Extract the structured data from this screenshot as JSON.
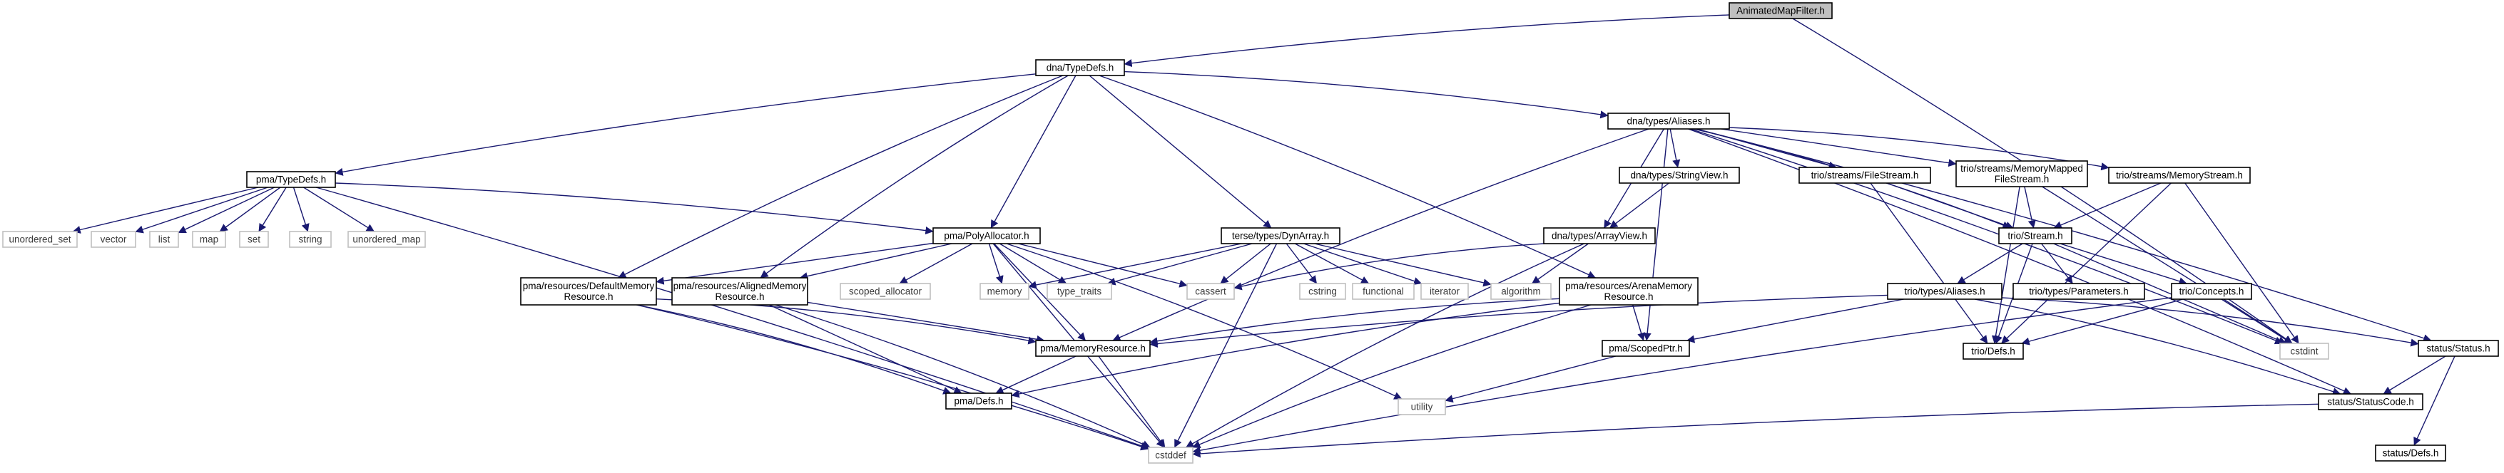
{
  "colors": {
    "edge": "#191970",
    "root_fill": "#bfbfbf",
    "node_fill": "#ffffff",
    "node_border": "#000000",
    "system_border": "#bfbfbf"
  },
  "nodes": {
    "root": {
      "label": "AnimatedMapFilter.h",
      "kind": "root"
    },
    "dna_typedefs": {
      "label": "dna/TypeDefs.h",
      "kind": "project"
    },
    "pma_typedefs": {
      "label": "pma/TypeDefs.h",
      "kind": "project"
    },
    "dna_aliases": {
      "label": "dna/types/Aliases.h",
      "kind": "project"
    },
    "unordered_set": {
      "label": "unordered_set",
      "kind": "system"
    },
    "vector": {
      "label": "vector",
      "kind": "system"
    },
    "list": {
      "label": "list",
      "kind": "system"
    },
    "map": {
      "label": "map",
      "kind": "system"
    },
    "set": {
      "label": "set",
      "kind": "system"
    },
    "string": {
      "label": "string",
      "kind": "system"
    },
    "unordered_map": {
      "label": "unordered_map",
      "kind": "system"
    },
    "polyallocator": {
      "label": "pma/PolyAllocator.h",
      "kind": "project"
    },
    "dynarray": {
      "label": "terse/types/DynArray.h",
      "kind": "project"
    },
    "stringview": {
      "label": "dna/types/StringView.h",
      "kind": "project"
    },
    "filestream": {
      "label": "trio/streams/FileStream.h",
      "kind": "project"
    },
    "mmfilestream": {
      "label": [
        "trio/streams/MemoryMapped",
        "FileStream.h"
      ],
      "kind": "project"
    },
    "memorystream": {
      "label": "trio/streams/MemoryStream.h",
      "kind": "project"
    },
    "arrayview": {
      "label": "dna/types/ArrayView.h",
      "kind": "project"
    },
    "stream": {
      "label": "trio/Stream.h",
      "kind": "project"
    },
    "defaultmem": {
      "label": [
        "pma/resources/DefaultMemory",
        "Resource.h"
      ],
      "kind": "project"
    },
    "alignedmem": {
      "label": [
        "pma/resources/AlignedMemory",
        "Resource.h"
      ],
      "kind": "project"
    },
    "scoped_allocator": {
      "label": "scoped_allocator",
      "kind": "system"
    },
    "memory": {
      "label": "memory",
      "kind": "system"
    },
    "type_traits": {
      "label": "type_traits",
      "kind": "system"
    },
    "cassert": {
      "label": "cassert",
      "kind": "system"
    },
    "cstring": {
      "label": "cstring",
      "kind": "system"
    },
    "functional": {
      "label": "functional",
      "kind": "system"
    },
    "iterator": {
      "label": "iterator",
      "kind": "system"
    },
    "algorithm": {
      "label": "algorithm",
      "kind": "system"
    },
    "arenamem": {
      "label": [
        "pma/resources/ArenaMemory",
        "Resource.h"
      ],
      "kind": "project"
    },
    "trio_aliases": {
      "label": "trio/types/Aliases.h",
      "kind": "project"
    },
    "parameters": {
      "label": "trio/types/Parameters.h",
      "kind": "project"
    },
    "concepts": {
      "label": "trio/Concepts.h",
      "kind": "project"
    },
    "memresource": {
      "label": "pma/MemoryResource.h",
      "kind": "project"
    },
    "scopedptr": {
      "label": "pma/ScopedPtr.h",
      "kind": "project"
    },
    "trio_defs": {
      "label": "trio/Defs.h",
      "kind": "project"
    },
    "cstdint": {
      "label": "cstdint",
      "kind": "system"
    },
    "status": {
      "label": "status/Status.h",
      "kind": "project"
    },
    "pma_defs": {
      "label": "pma/Defs.h",
      "kind": "project"
    },
    "utility": {
      "label": "utility",
      "kind": "system"
    },
    "statuscode": {
      "label": "status/StatusCode.h",
      "kind": "project"
    },
    "cstddef": {
      "label": "cstddef",
      "kind": "system"
    },
    "status_defs": {
      "label": "status/Defs.h",
      "kind": "project"
    }
  },
  "edges": [
    [
      "root",
      "dna_typedefs"
    ],
    [
      "root",
      "cstdint"
    ],
    [
      "dna_typedefs",
      "pma_typedefs"
    ],
    [
      "dna_typedefs",
      "dna_aliases"
    ],
    [
      "dna_typedefs",
      "polyallocator"
    ],
    [
      "dna_typedefs",
      "dynarray"
    ],
    [
      "dna_typedefs",
      "defaultmem"
    ],
    [
      "dna_typedefs",
      "alignedmem"
    ],
    [
      "dna_typedefs",
      "arenamem"
    ],
    [
      "pma_typedefs",
      "unordered_set"
    ],
    [
      "pma_typedefs",
      "vector"
    ],
    [
      "pma_typedefs",
      "list"
    ],
    [
      "pma_typedefs",
      "map"
    ],
    [
      "pma_typedefs",
      "set"
    ],
    [
      "pma_typedefs",
      "string"
    ],
    [
      "pma_typedefs",
      "unordered_map"
    ],
    [
      "pma_typedefs",
      "polyallocator"
    ],
    [
      "pma_typedefs",
      "cstddef"
    ],
    [
      "dna_aliases",
      "stringview"
    ],
    [
      "dna_aliases",
      "filestream"
    ],
    [
      "dna_aliases",
      "mmfilestream"
    ],
    [
      "dna_aliases",
      "memorystream"
    ],
    [
      "dna_aliases",
      "arrayview"
    ],
    [
      "dna_aliases",
      "stream"
    ],
    [
      "dna_aliases",
      "memresource"
    ],
    [
      "dna_aliases",
      "scopedptr"
    ],
    [
      "dna_aliases",
      "status"
    ],
    [
      "dna_aliases",
      "statuscode"
    ],
    [
      "dna_aliases",
      "cstdint"
    ],
    [
      "polyallocator",
      "scoped_allocator"
    ],
    [
      "polyallocator",
      "memory"
    ],
    [
      "polyallocator",
      "type_traits"
    ],
    [
      "polyallocator",
      "cassert"
    ],
    [
      "polyallocator",
      "defaultmem"
    ],
    [
      "polyallocator",
      "alignedmem"
    ],
    [
      "polyallocator",
      "memresource"
    ],
    [
      "polyallocator",
      "utility"
    ],
    [
      "polyallocator",
      "cstddef"
    ],
    [
      "dynarray",
      "memory"
    ],
    [
      "dynarray",
      "type_traits"
    ],
    [
      "dynarray",
      "cassert"
    ],
    [
      "dynarray",
      "cstring"
    ],
    [
      "dynarray",
      "functional"
    ],
    [
      "dynarray",
      "iterator"
    ],
    [
      "dynarray",
      "algorithm"
    ],
    [
      "dynarray",
      "cstddef"
    ],
    [
      "stringview",
      "arrayview"
    ],
    [
      "filestream",
      "stream"
    ],
    [
      "filestream",
      "trio_defs"
    ],
    [
      "mmfilestream",
      "stream"
    ],
    [
      "mmfilestream",
      "trio_defs"
    ],
    [
      "mmfilestream",
      "cstdint"
    ],
    [
      "memorystream",
      "stream"
    ],
    [
      "memorystream",
      "trio_defs"
    ],
    [
      "memorystream",
      "cstdint"
    ],
    [
      "arrayview",
      "cassert"
    ],
    [
      "arrayview",
      "algorithm"
    ],
    [
      "arrayview",
      "cstddef"
    ],
    [
      "stream",
      "trio_aliases"
    ],
    [
      "stream",
      "parameters"
    ],
    [
      "stream",
      "concepts"
    ],
    [
      "stream",
      "trio_defs"
    ],
    [
      "stream",
      "cstdint"
    ],
    [
      "defaultmem",
      "memresource"
    ],
    [
      "defaultmem",
      "pma_defs"
    ],
    [
      "defaultmem",
      "cstddef"
    ],
    [
      "alignedmem",
      "memresource"
    ],
    [
      "alignedmem",
      "pma_defs"
    ],
    [
      "alignedmem",
      "cstddef"
    ],
    [
      "arenamem",
      "memresource"
    ],
    [
      "arenamem",
      "scopedptr"
    ],
    [
      "arenamem",
      "pma_defs"
    ],
    [
      "arenamem",
      "cstddef"
    ],
    [
      "trio_aliases",
      "memresource"
    ],
    [
      "trio_aliases",
      "scopedptr"
    ],
    [
      "trio_aliases",
      "status"
    ],
    [
      "trio_aliases",
      "statuscode"
    ],
    [
      "concepts",
      "trio_defs"
    ],
    [
      "concepts",
      "cstdint"
    ],
    [
      "concepts",
      "cstddef"
    ],
    [
      "memresource",
      "pma_defs"
    ],
    [
      "memresource",
      "cstddef"
    ],
    [
      "scopedptr",
      "utility"
    ],
    [
      "status",
      "statuscode"
    ],
    [
      "status",
      "status_defs"
    ],
    [
      "statuscode",
      "cstddef"
    ]
  ]
}
